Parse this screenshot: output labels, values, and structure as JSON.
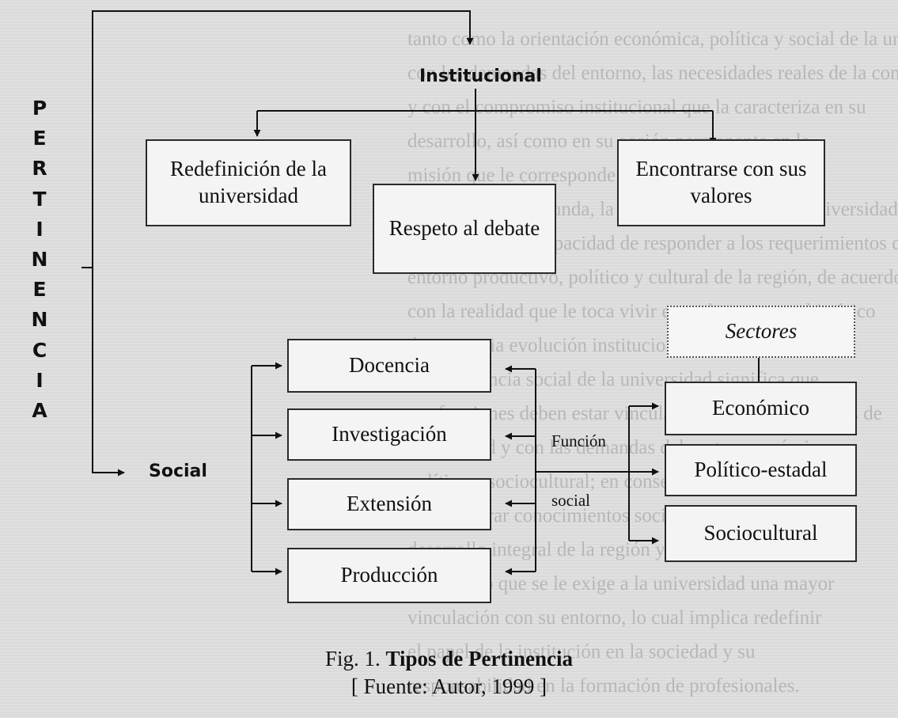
{
  "diagram": {
    "vertical_label": [
      "P",
      "E",
      "R",
      "T",
      "I",
      "N",
      "E",
      "N",
      "C",
      "I",
      "A"
    ],
    "institucional": "Institucional",
    "social": "Social",
    "institucional_boxes": {
      "redefinicion": "Redefinición de la universidad",
      "respeto": "Respeto al debate",
      "encontrarse": "Encontrarse con sus valores"
    },
    "social_boxes": {
      "docencia": "Docencia",
      "investigacion": "Investigación",
      "extension": "Extensión",
      "produccion": "Producción"
    },
    "funcion": "Función",
    "funcion_social": "social",
    "sectores": "Sectores",
    "sector_boxes": {
      "economico": "Económico",
      "politico": "Político-estadal",
      "sociocultural": "Sociocultural"
    }
  },
  "caption": {
    "prefix": "Fig. 1. ",
    "title": "Tipos de Pertinencia",
    "source": "[ Fuente: Autor, 1999 ]"
  },
  "colors": {
    "ink": "#111111",
    "paper": "#dedede"
  }
}
